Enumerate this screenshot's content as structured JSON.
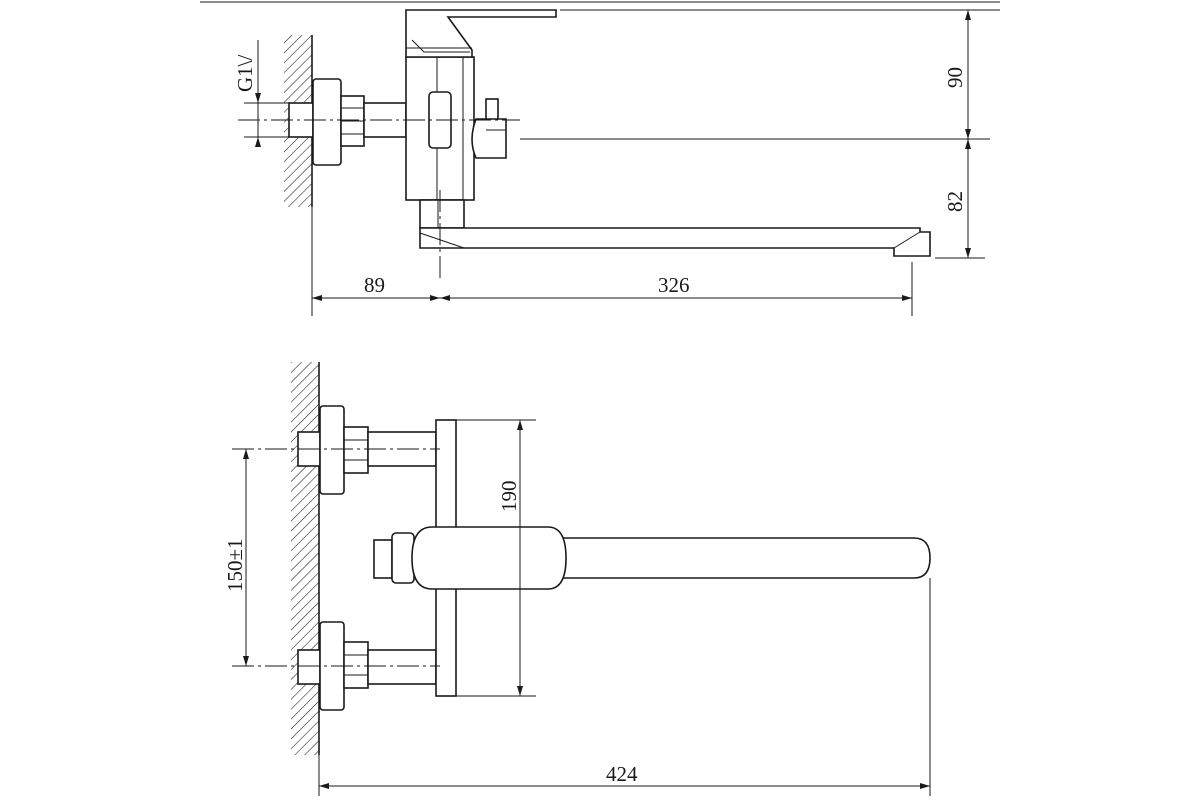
{
  "drawing": {
    "top_view": {
      "thread_label": "G1\\/",
      "dim_height_upper": "90",
      "dim_height_lower": "82",
      "dim_wall_offset": "89",
      "dim_spout_reach": "326"
    },
    "front_view": {
      "dim_body_height": "190",
      "dim_center_distance": "150±1",
      "dim_total_reach": "424"
    }
  }
}
